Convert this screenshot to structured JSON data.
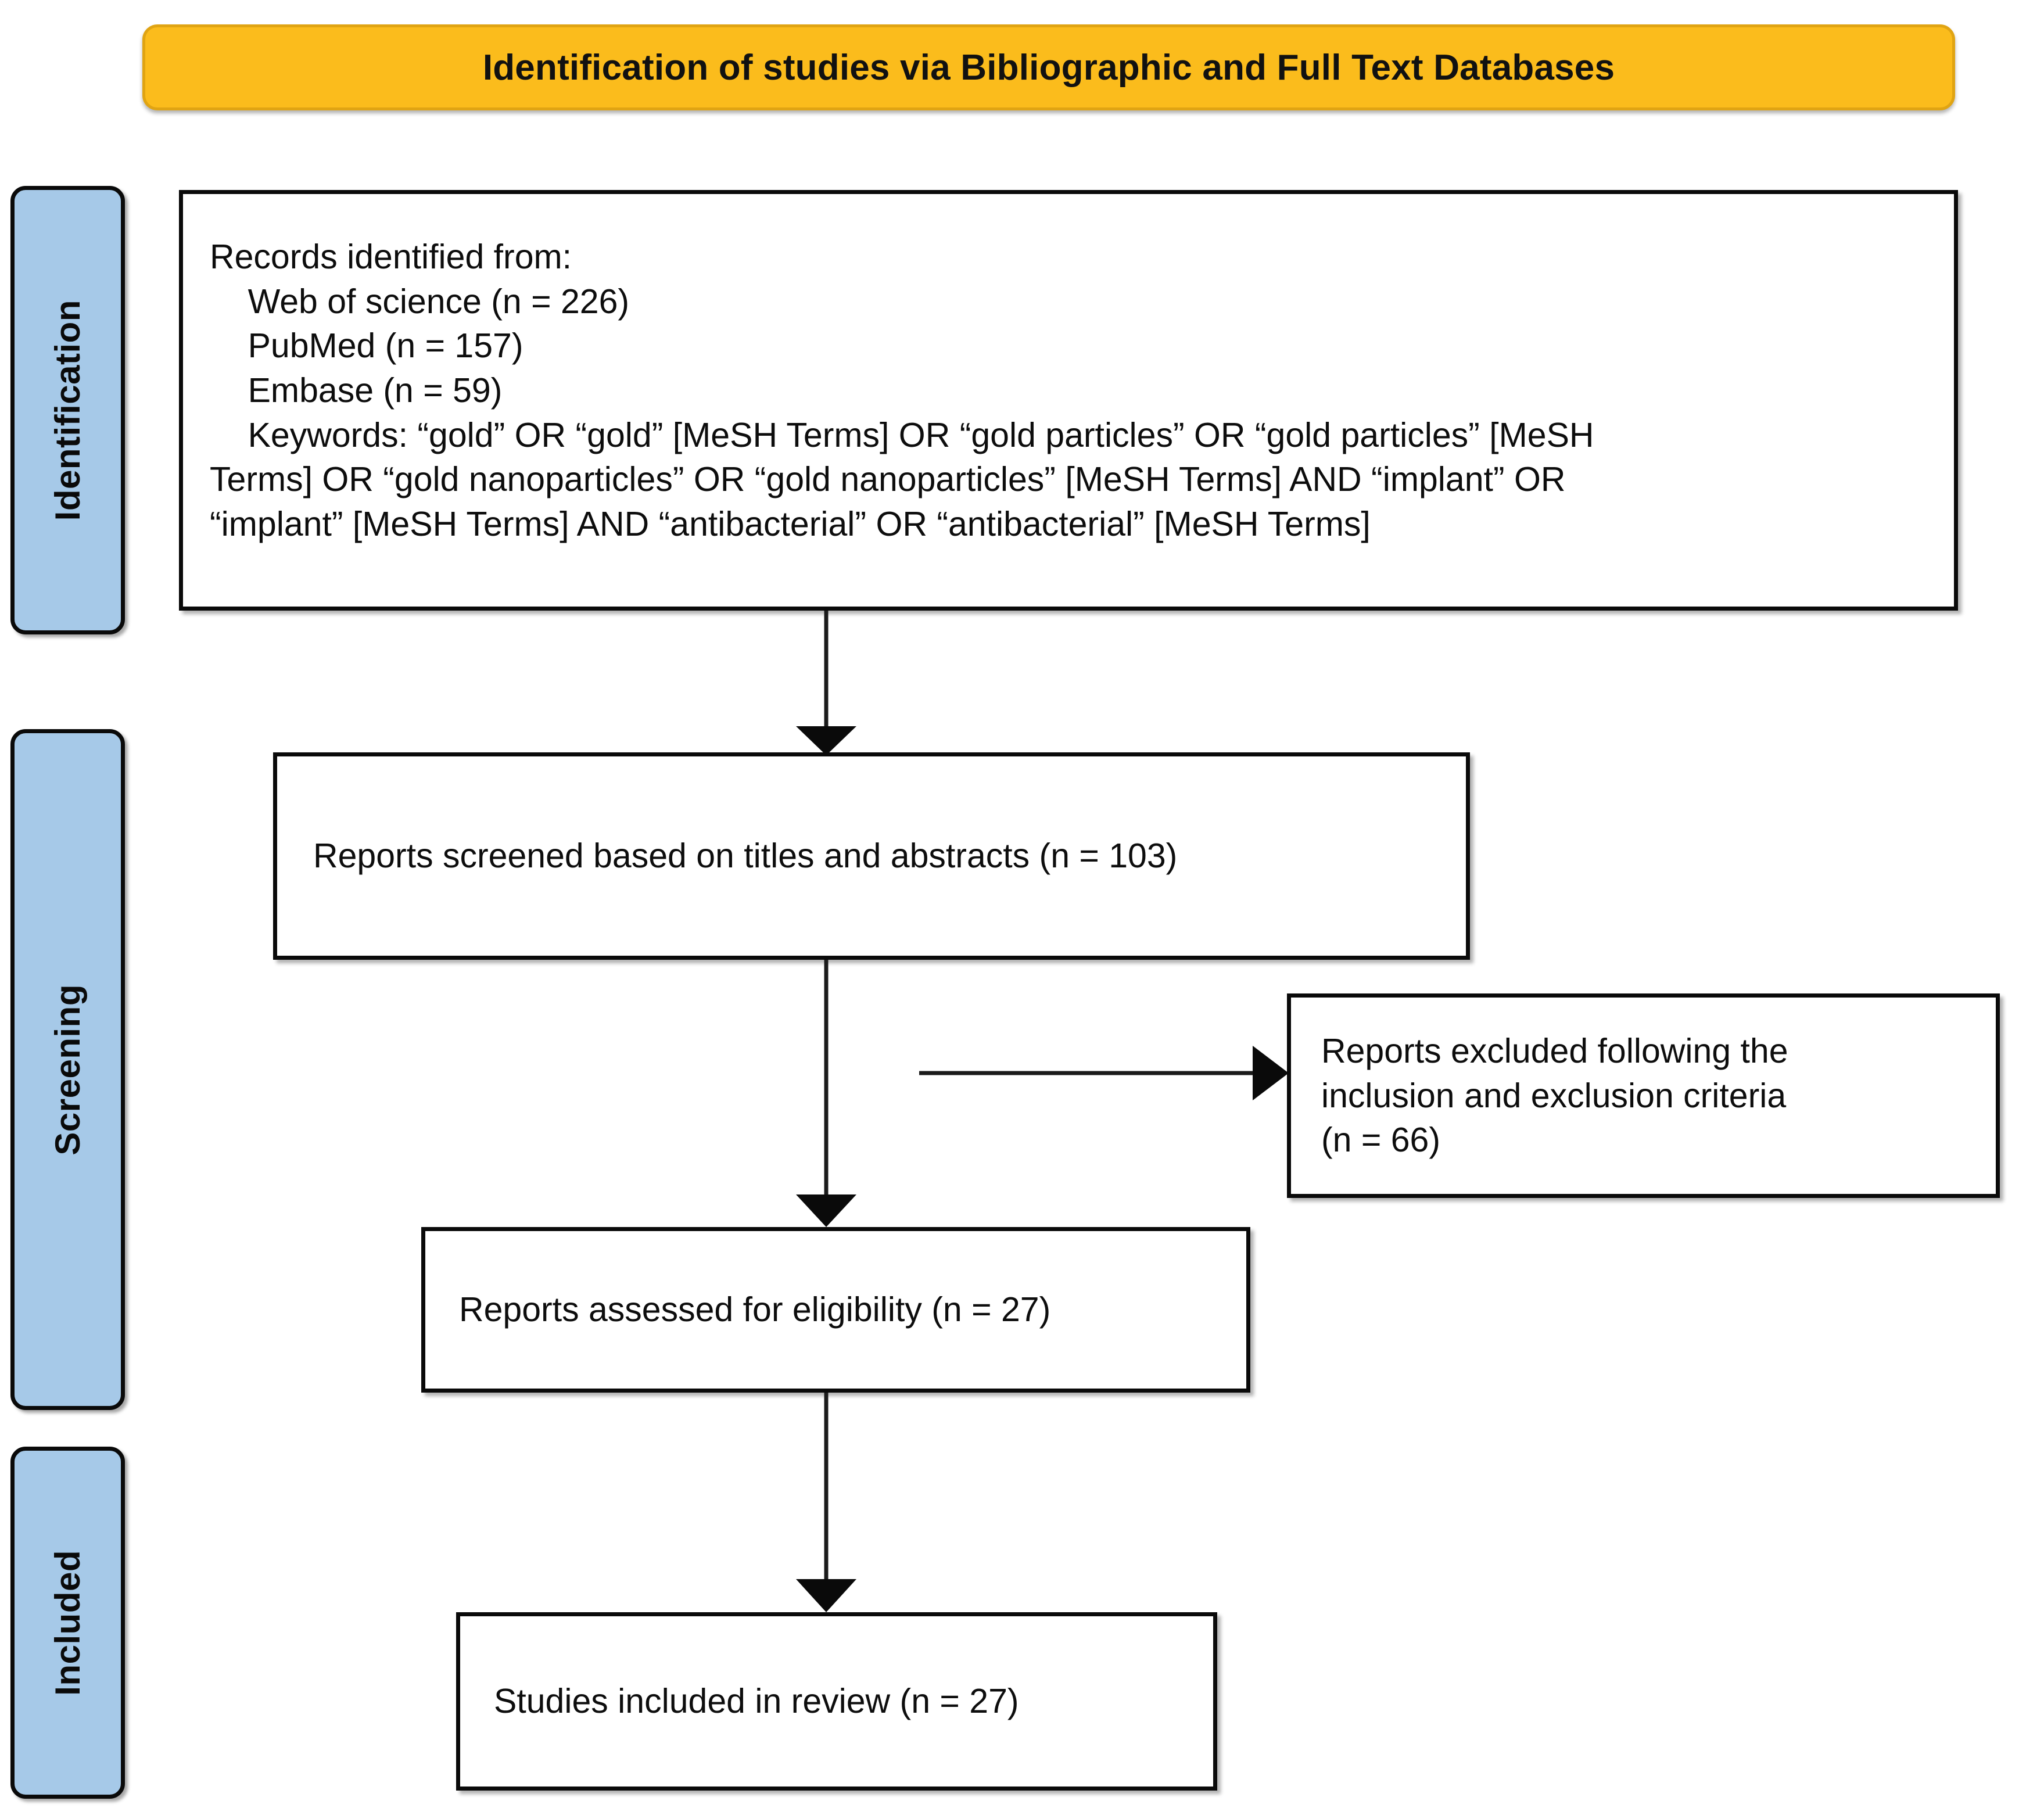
{
  "banner": {
    "title": "Identification of studies via Bibliographic and Full Text Databases",
    "fill_color": "#fbbc1c",
    "border_color": "#e0a413"
  },
  "stages": [
    {
      "key": "identification",
      "label": "Identification",
      "fill_color": "#a6c9e8"
    },
    {
      "key": "screening",
      "label": "Screening",
      "fill_color": "#a6c9e8"
    },
    {
      "key": "included",
      "label": "Included",
      "fill_color": "#a6c9e8"
    }
  ],
  "boxes": {
    "identified": {
      "text": "Records identified from:\n    Web of science (n = 226)\n    PubMed (n = 157)\n    Embase (n = 59)\n    Keywords: “gold” OR “gold” [MeSH Terms] OR “gold particles” OR “gold particles” [MeSH\nTerms] OR “gold nanoparticles” OR “gold nanoparticles” [MeSH Terms] AND “implant” OR\n“implant” [MeSH Terms] AND “antibacterial” OR “antibacterial” [MeSH Terms]",
      "heading": "Records identified from:",
      "sources": [
        {
          "name": "Web of science",
          "n": 226
        },
        {
          "name": "PubMed",
          "n": 157
        },
        {
          "name": "Embase",
          "n": 59
        }
      ],
      "keywords": "Keywords: “gold” OR “gold” [MeSH Terms] OR “gold particles” OR “gold particles” [MeSH Terms] OR “gold nanoparticles” OR “gold nanoparticles” [MeSH Terms] AND “implant” OR “implant” [MeSH Terms] AND “antibacterial” OR “antibacterial” [MeSH Terms]"
    },
    "screened": {
      "text": "Reports screened based on titles and abstracts (n = 103)",
      "n": 103
    },
    "excluded": {
      "text": "Reports excluded following the\ninclusion and exclusion criteria\n(n = 66)",
      "n": 66
    },
    "eligibility": {
      "text": "Reports assessed for eligibility (n = 27)",
      "n": 27
    },
    "included": {
      "text": "Studies included in review (n = 27)",
      "n": 27
    }
  },
  "flow": {
    "arrows": [
      {
        "from": "identified",
        "to": "screened",
        "direction": "down"
      },
      {
        "from": "screened",
        "to": "excluded",
        "direction": "right"
      },
      {
        "from": "screened",
        "to": "eligibility",
        "direction": "down"
      },
      {
        "from": "eligibility",
        "to": "included",
        "direction": "down"
      }
    ],
    "line_color": "#0a0a0a"
  }
}
